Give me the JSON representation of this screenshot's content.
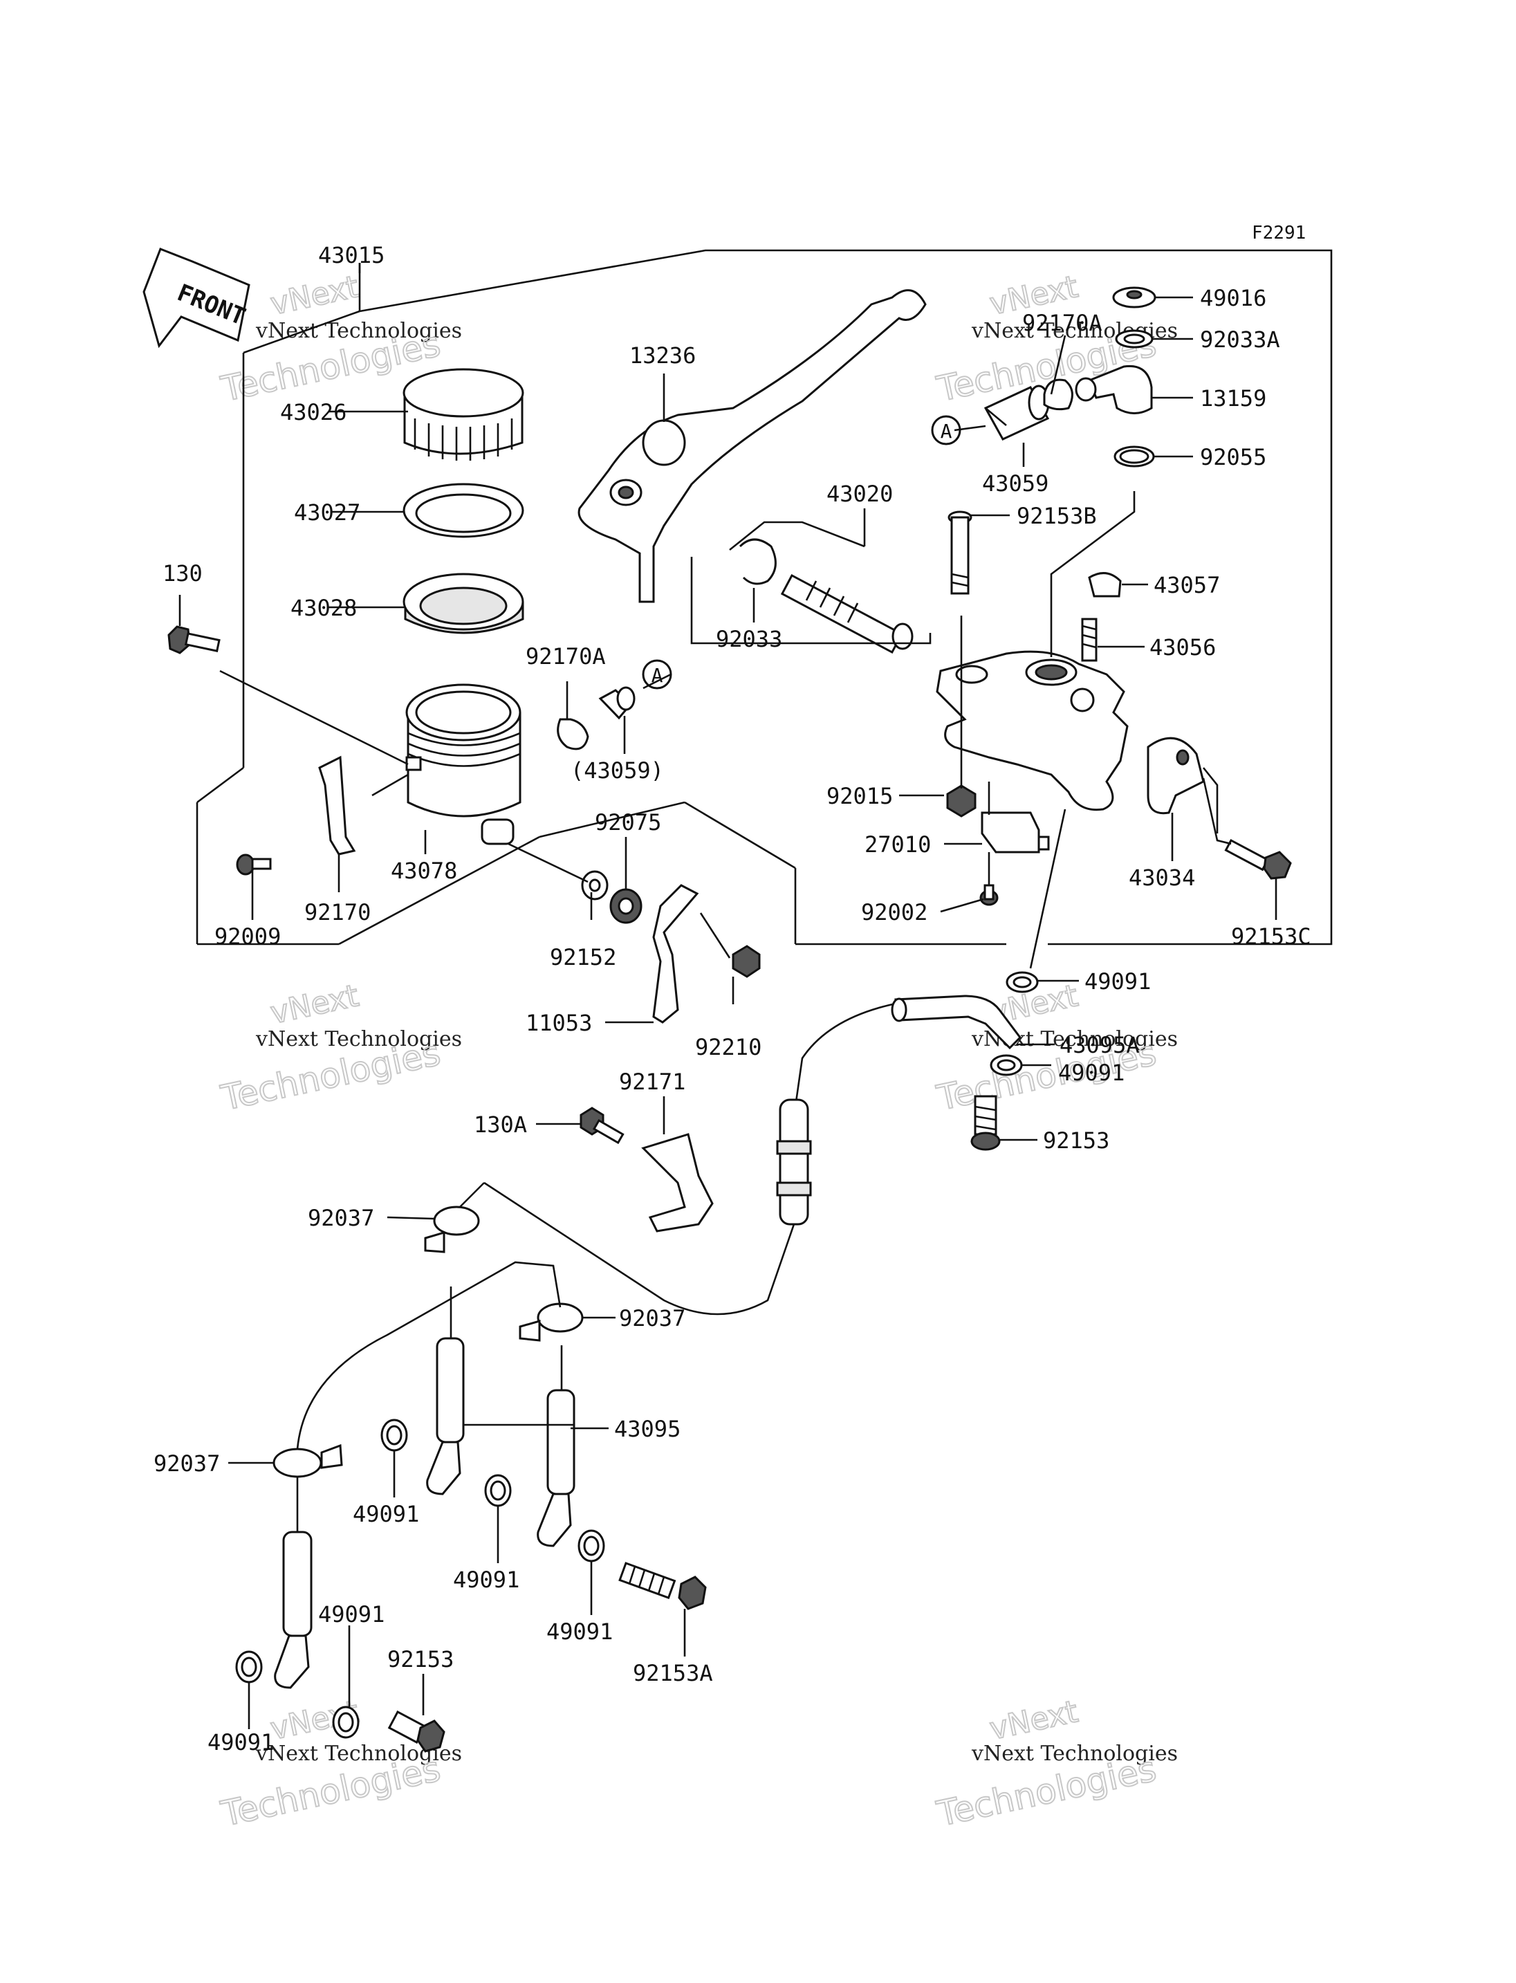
{
  "diagram_code": "F2291",
  "front_label": "FRONT",
  "callout_A": "A",
  "watermark": {
    "brand": "vNext",
    "company": "vNext Technologies",
    "word": "Technologies"
  },
  "labels": [
    {
      "id": "43015",
      "text": "43015"
    },
    {
      "id": "43026",
      "text": "43026"
    },
    {
      "id": "43027",
      "text": "43027"
    },
    {
      "id": "43028",
      "text": "43028"
    },
    {
      "id": "130",
      "text": "130"
    },
    {
      "id": "92170A_left",
      "text": "92170A"
    },
    {
      "id": "43059_paren",
      "text": "(43059)"
    },
    {
      "id": "43078",
      "text": "43078"
    },
    {
      "id": "92170",
      "text": "92170"
    },
    {
      "id": "92009",
      "text": "92009"
    },
    {
      "id": "13236",
      "text": "13236"
    },
    {
      "id": "43020",
      "text": "43020"
    },
    {
      "id": "92033",
      "text": "92033"
    },
    {
      "id": "92075",
      "text": "92075"
    },
    {
      "id": "92152",
      "text": "92152"
    },
    {
      "id": "11053",
      "text": "11053"
    },
    {
      "id": "92210",
      "text": "92210"
    },
    {
      "id": "49016",
      "text": "49016"
    },
    {
      "id": "92170A_right",
      "text": "92170A"
    },
    {
      "id": "92033A",
      "text": "92033A"
    },
    {
      "id": "13159",
      "text": "13159"
    },
    {
      "id": "43059",
      "text": "43059"
    },
    {
      "id": "92055",
      "text": "92055"
    },
    {
      "id": "92153B",
      "text": "92153B"
    },
    {
      "id": "43057",
      "text": "43057"
    },
    {
      "id": "43056",
      "text": "43056"
    },
    {
      "id": "92015",
      "text": "92015"
    },
    {
      "id": "27010",
      "text": "27010"
    },
    {
      "id": "92002",
      "text": "92002"
    },
    {
      "id": "43034",
      "text": "43034"
    },
    {
      "id": "92153C",
      "text": "92153C"
    },
    {
      "id": "49091_a",
      "text": "49091"
    },
    {
      "id": "43095A",
      "text": "43095A"
    },
    {
      "id": "49091_b",
      "text": "49091"
    },
    {
      "id": "92153_a",
      "text": "92153"
    },
    {
      "id": "92171",
      "text": "92171"
    },
    {
      "id": "130A",
      "text": "130A"
    },
    {
      "id": "92037_a",
      "text": "92037"
    },
    {
      "id": "92037_b",
      "text": "92037"
    },
    {
      "id": "43095",
      "text": "43095"
    },
    {
      "id": "92037_c",
      "text": "92037"
    },
    {
      "id": "49091_c",
      "text": "49091"
    },
    {
      "id": "49091_d",
      "text": "49091"
    },
    {
      "id": "49091_e",
      "text": "49091"
    },
    {
      "id": "92153A",
      "text": "92153A"
    },
    {
      "id": "49091_f",
      "text": "49091"
    },
    {
      "id": "92153_b",
      "text": "92153"
    },
    {
      "id": "49091_g",
      "text": "49091"
    }
  ]
}
